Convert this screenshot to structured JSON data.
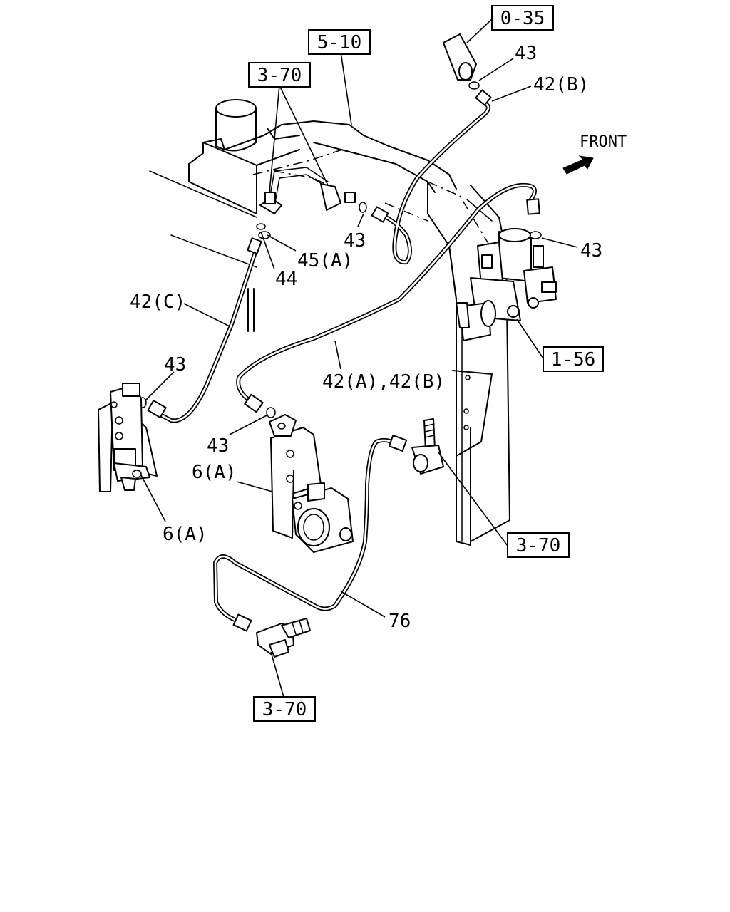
{
  "diagram": {
    "front_label": "FRONT",
    "ref_0_35": "0-35",
    "ref_5_10": "5-10",
    "ref_3_70_top": "3-70",
    "ref_1_56": "1-56",
    "ref_3_70_right": "3-70",
    "ref_3_70_bottom": "3-70",
    "lbl_43_top": "43",
    "lbl_42B_top": "42(B)",
    "lbl_43_mid": "43",
    "lbl_45A": "45(A)",
    "lbl_44": "44",
    "lbl_43_right": "43",
    "lbl_42C": "42(C)",
    "lbl_43_left": "43",
    "lbl_42A_42B": "42(A),42(B)",
    "lbl_43_lower": "43",
    "lbl_6A_mid": "6(A)",
    "lbl_6A_left": "6(A)",
    "lbl_76": "76"
  }
}
